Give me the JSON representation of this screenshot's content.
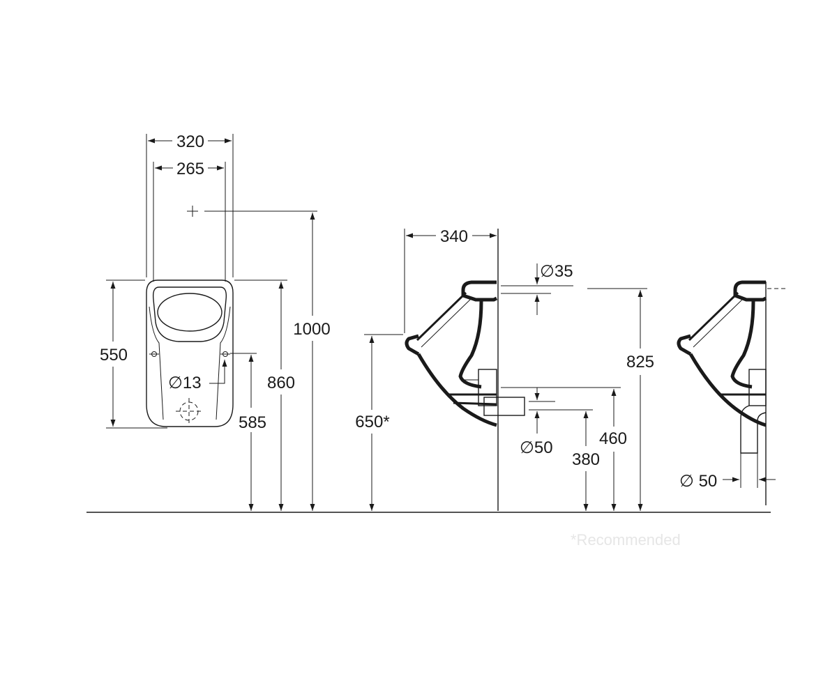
{
  "dimensions": {
    "overall_width": "320",
    "inner_width": "265",
    "height_1000": "1000",
    "body_height": "550",
    "height_860": "860",
    "hole_diameter": "∅13",
    "height_585": "585",
    "depth": "340",
    "inlet_diameter": "∅35",
    "rim_height": "650*",
    "height_825": "825",
    "outlet_diameter": "∅50",
    "height_460": "460",
    "height_380": "380",
    "trap_outlet_diameter": "∅ 50"
  },
  "footnote": "*Recommended"
}
